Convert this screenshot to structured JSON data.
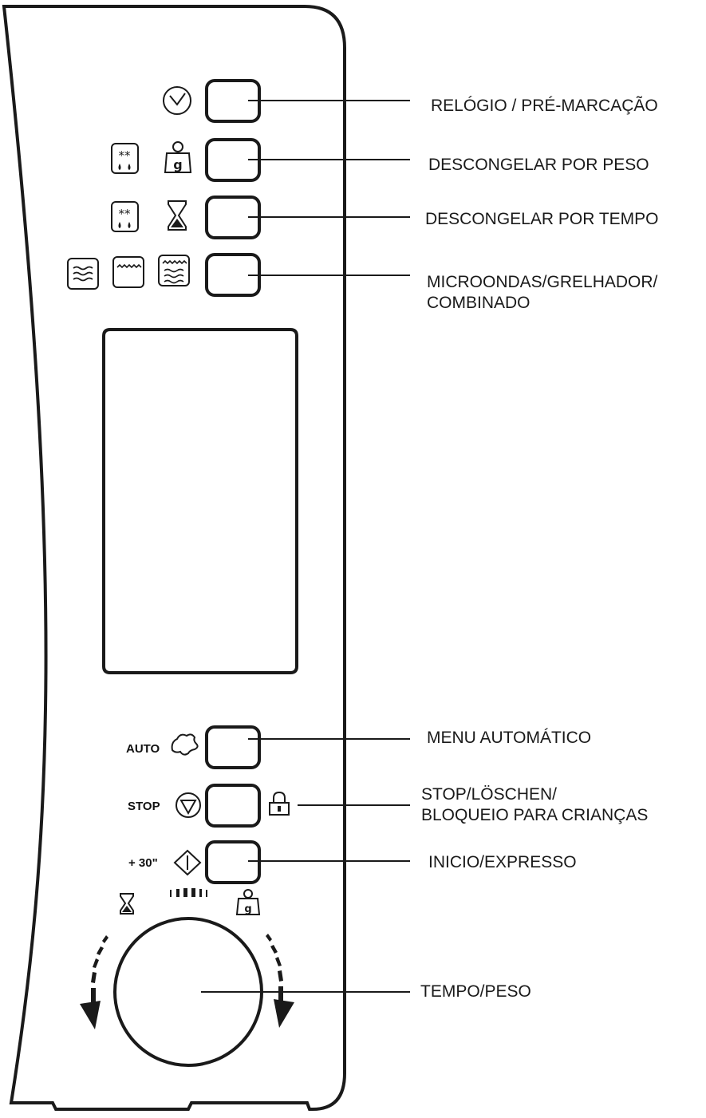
{
  "buttons": {
    "auto_label": "AUTO",
    "stop_label": "STOP",
    "start_label": "+ 30\""
  },
  "callouts": {
    "clock": [
      "RELÓGIO / PRÉ-MARCAÇÃO"
    ],
    "defrost_weight": [
      "DESCONGELAR POR PESO"
    ],
    "defrost_time": [
      "DESCONGELAR POR TEMPO"
    ],
    "mode": [
      "MICROONDAS/GRELHADOR/",
      "COMBINADO"
    ],
    "auto_menu": [
      "MENU AUTOMÁTICO"
    ],
    "stop": [
      "STOP/LÖSCHEN/",
      "BLOQUEIO PARA CRIANÇAS"
    ],
    "start": [
      "INICIO/EXPRESSO"
    ],
    "dial": [
      "TEMPO/PESO"
    ]
  },
  "icons": {
    "clock": "clock-icon",
    "snowflake_drops": "defrost-icon",
    "weight": "weight-icon",
    "hourglass": "hourglass-icon",
    "microwave": "microwave-icon",
    "grill": "grill-icon",
    "combi": "combi-icon",
    "chicken": "chicken-icon",
    "stop": "stop-icon",
    "start": "start-icon",
    "lock": "lock-icon"
  },
  "colors": {
    "stroke": "#1a1a1a",
    "background": "#ffffff"
  }
}
